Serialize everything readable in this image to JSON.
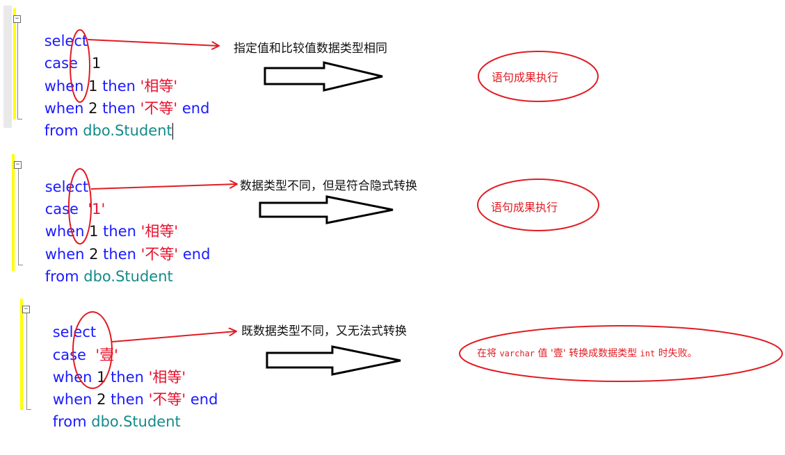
{
  "panels": [
    {
      "code": {
        "line1": {
          "kw": "select"
        },
        "line2": {
          "kw": "case",
          "val": "1"
        },
        "line3": {
          "kw": "when",
          "num": "1",
          "kw2": "then",
          "str": "'相等'"
        },
        "line4": {
          "kw": "when",
          "num": "2",
          "kw2": "then",
          "str": "'不等'",
          "kw3": "end"
        },
        "line5": {
          "kw": "from",
          "obj": "dbo.Student"
        }
      },
      "annotation": "指定值和比较值数据类型相同",
      "result": "语句成果执行"
    },
    {
      "code": {
        "line1": {
          "kw": "select"
        },
        "line2": {
          "kw": "case",
          "val": "'1'"
        },
        "line3": {
          "kw": "when",
          "num": "1",
          "kw2": "then",
          "str": "'相等'"
        },
        "line4": {
          "kw": "when",
          "num": "2",
          "kw2": "then",
          "str": "'不等'",
          "kw3": "end"
        },
        "line5": {
          "kw": "from",
          "obj": "dbo.Student"
        }
      },
      "annotation": "数据类型不同，但是符合隐式转换",
      "result": "语句成果执行"
    },
    {
      "code": {
        "line1": {
          "kw": "select"
        },
        "line2": {
          "kw": "case",
          "val": "'壹'"
        },
        "line3": {
          "kw": "when",
          "num": "1",
          "kw2": "then",
          "str": "'相等'"
        },
        "line4": {
          "kw": "when",
          "num": "2",
          "kw2": "then",
          "str": "'不等'",
          "kw3": "end"
        },
        "line5": {
          "kw": "from",
          "obj": "dbo.Student"
        }
      },
      "annotation": "既数据类型不同，又无法式转换",
      "result": {
        "part1": "在将",
        "part2": "varchar",
        "part3": "值 '壹' 转换成数据类型",
        "part4": "int",
        "part5": "时失败。"
      }
    }
  ],
  "colors": {
    "keyword": "#1a1aff",
    "string": "#e8112d",
    "object": "#148a8a",
    "annotation_red": "#e11b22",
    "editor_bar": "#ffff00"
  }
}
